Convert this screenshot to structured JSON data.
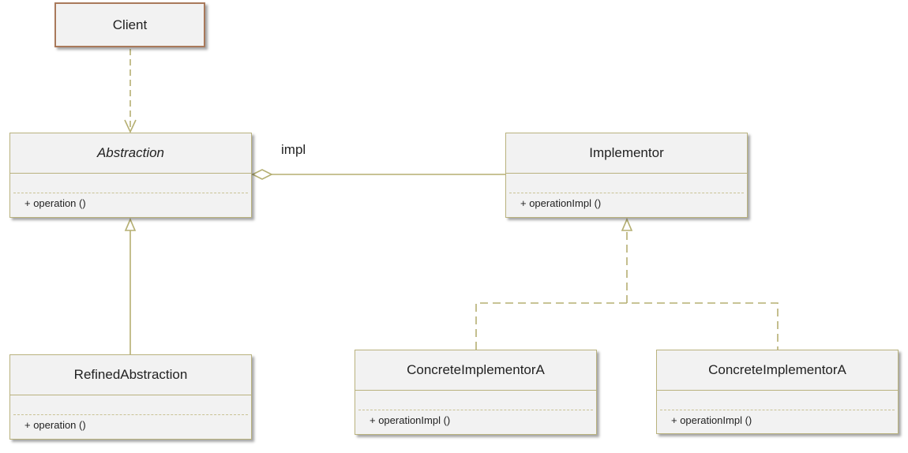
{
  "diagram": {
    "client": {
      "name": "Client"
    },
    "abstraction": {
      "name": "Abstraction",
      "op": "+ operation ()"
    },
    "refined": {
      "name": "RefinedAbstraction",
      "op": "+ operation ()"
    },
    "implementor": {
      "name": "Implementor",
      "op": "+ operationImpl ()"
    },
    "concrete_a": {
      "name": "ConcreteImplementorA",
      "op": "+ operationImpl ()"
    },
    "concrete_b": {
      "name": "ConcreteImplementorA",
      "op": "+ operationImpl ()"
    },
    "association_label": "impl",
    "colors": {
      "class_border": "#b9b27e",
      "client_border": "#a9795b",
      "class_fill": "#f2f2f2",
      "connector": "#b5af72"
    }
  }
}
